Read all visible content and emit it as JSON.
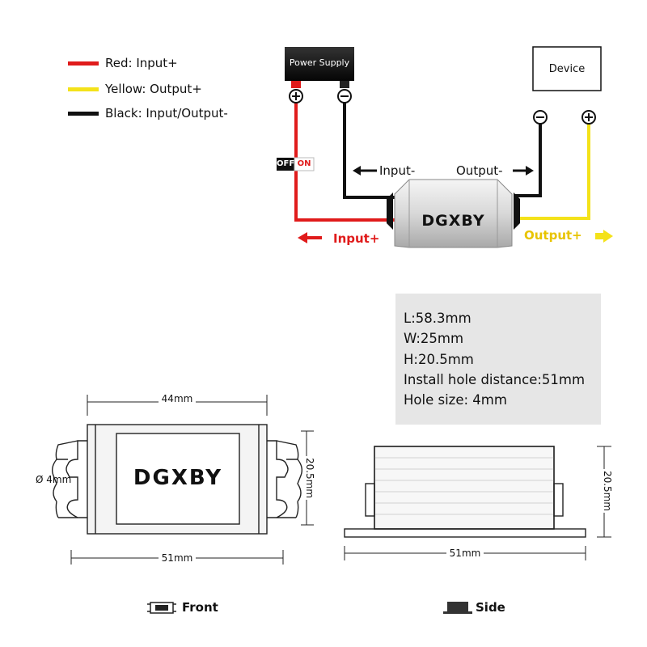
{
  "legend": {
    "items": [
      {
        "label": "Red: Input+",
        "color": "#e01b1b"
      },
      {
        "label": "Yellow: Output+",
        "color": "#f4e21a"
      },
      {
        "label": "Black: Input/Output-",
        "color": "#111111"
      }
    ]
  },
  "wiring": {
    "power_supply_label": "Power Supply",
    "device_label": "Device",
    "switch_off": "OFF",
    "switch_on": "ON",
    "input_minus": "Input-",
    "output_minus": "Output-",
    "input_plus": "Input+",
    "output_plus": "Output+",
    "brand": "DGXBY",
    "plus_symbol": "+",
    "minus_symbol": "−",
    "colors": {
      "red": "#e01b1b",
      "yellow": "#f4e21a",
      "black": "#111111"
    }
  },
  "specs": {
    "lines": [
      "L:58.3mm",
      "W:25mm",
      "H:20.5mm",
      "Install hole distance:51mm",
      "Hole size: 4mm"
    ]
  },
  "front_view": {
    "brand": "DGXBY",
    "width_top": "44mm",
    "height": "20.5mm",
    "width_bottom": "51mm",
    "hole": "Ø 4mm",
    "caption": "Front"
  },
  "side_view": {
    "height": "20.5mm",
    "width_bottom": "51mm",
    "caption": "Side"
  }
}
